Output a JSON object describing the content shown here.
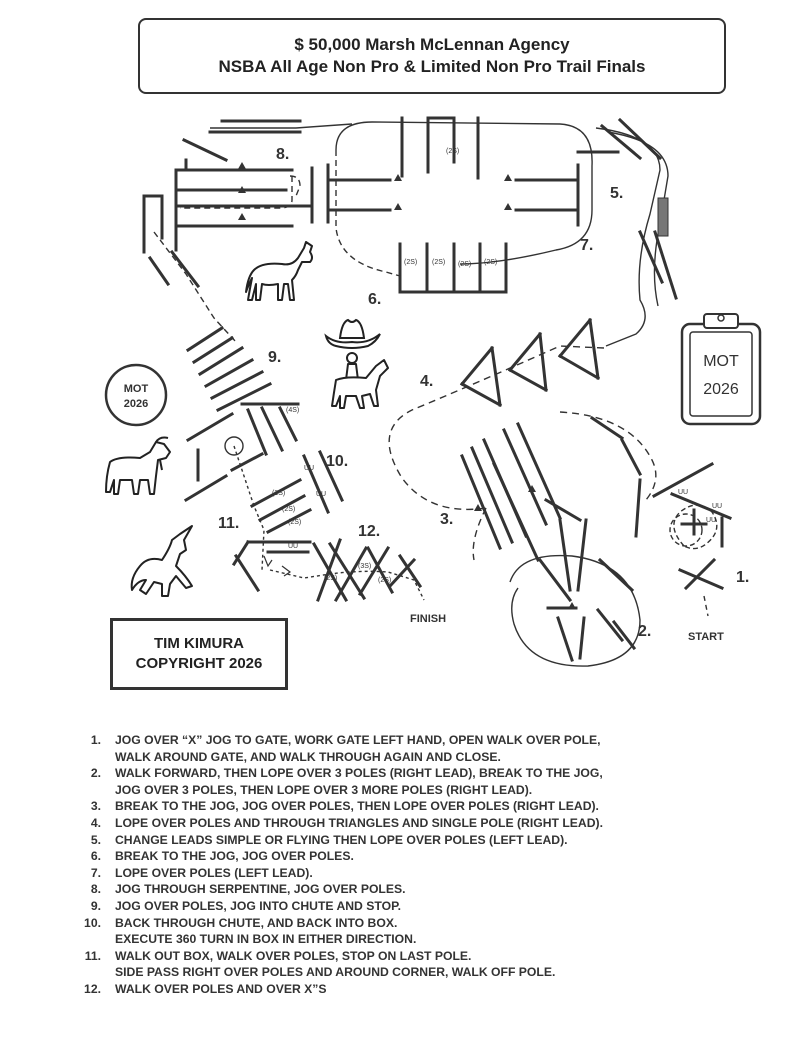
{
  "header": {
    "line1": "$ 50,000 Marsh McLennan Agency",
    "line2": "NSBA  All Age Non Pro & Limited Non Pro Trail Finals"
  },
  "copyright": {
    "line1": "TIM KIMURA",
    "line2": "COPYRIGHT 2026"
  },
  "stations": [
    "1.",
    "2.",
    "3.",
    "4.",
    "5.",
    "6.",
    "7.",
    "8.",
    "9.",
    "10.",
    "11.",
    "12."
  ],
  "markers": {
    "start": "START",
    "finish": "FINISH",
    "mot_circle": [
      "MOT",
      "2026"
    ],
    "mot_clipboard": [
      "MOT",
      "2026"
    ]
  },
  "spacing_labels": {
    "two_s": "(2S)",
    "three_s": "(3S)",
    "four_s": "(4S)",
    "uu": "UU"
  },
  "instructions": [
    {
      "num": "1.",
      "lines": [
        "JOG OVER “X” JOG TO GATE, WORK GATE LEFT HAND, OPEN WALK OVER POLE,",
        "WALK AROUND GATE, AND WALK THROUGH AGAIN AND CLOSE."
      ]
    },
    {
      "num": "2.",
      "lines": [
        "WALK FORWARD, THEN LOPE OVER 3 POLES (RIGHT LEAD), BREAK TO THE JOG,",
        "JOG OVER 3 POLES, THEN LOPE OVER 3 MORE POLES (RIGHT LEAD)."
      ]
    },
    {
      "num": "3.",
      "lines": [
        "BREAK TO THE JOG, JOG OVER POLES, THEN LOPE OVER POLES (RIGHT LEAD)."
      ]
    },
    {
      "num": "4.",
      "lines": [
        "LOPE OVER POLES AND THROUGH TRIANGLES AND SINGLE POLE (RIGHT LEAD)."
      ]
    },
    {
      "num": "5.",
      "lines": [
        "CHANGE LEADS SIMPLE OR FLYING THEN LOPE OVER POLES (LEFT LEAD)."
      ]
    },
    {
      "num": "6.",
      "lines": [
        "BREAK TO THE JOG, JOG OVER POLES."
      ]
    },
    {
      "num": "7.",
      "lines": [
        "LOPE OVER POLES (LEFT LEAD)."
      ]
    },
    {
      "num": "8.",
      "lines": [
        "JOG THROUGH SERPENTINE, JOG OVER POLES."
      ]
    },
    {
      "num": "9.",
      "lines": [
        "JOG OVER POLES, JOG INTO CHUTE AND STOP."
      ]
    },
    {
      "num": "10.",
      "lines": [
        "BACK THROUGH CHUTE, AND BACK INTO BOX.",
        "EXECUTE 360 TURN IN BOX IN EITHER DIRECTION."
      ]
    },
    {
      "num": "11.",
      "lines": [
        "WALK OUT BOX, WALK OVER POLES, STOP ON LAST POLE.",
        "SIDE PASS RIGHT OVER POLES AND AROUND CORNER, WALK OFF POLE."
      ]
    },
    {
      "num": "12.",
      "lines": [
        "WALK OVER POLES AND OVER X”S"
      ]
    }
  ],
  "icons": [
    "horse-icon",
    "cowboy-hat-icon",
    "horse-rider-icon",
    "goat-icon",
    "unicorn-icon",
    "clipboard-icon"
  ]
}
